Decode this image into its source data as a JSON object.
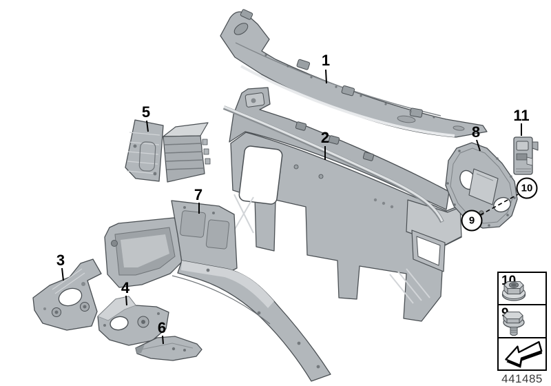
{
  "diagram": {
    "number": "441485"
  },
  "callouts": {
    "plain": [
      {
        "label": "1"
      },
      {
        "label": "2"
      },
      {
        "label": "3"
      },
      {
        "label": "4"
      },
      {
        "label": "5"
      },
      {
        "label": "6"
      },
      {
        "label": "7"
      },
      {
        "label": "8"
      },
      {
        "label": "11"
      }
    ],
    "circled": [
      {
        "label": "9"
      },
      {
        "label": "10"
      }
    ]
  },
  "legend": {
    "rows": [
      {
        "label": "10",
        "icon": "flange-nut-icon"
      },
      {
        "label": "9",
        "icon": "flange-bolt-icon"
      },
      {
        "label": "",
        "icon": "direction-arrow-icon"
      }
    ]
  },
  "colors": {
    "background": "#ffffff",
    "callout": "#000000",
    "leader_line": "#000000",
    "metal_base": "#b2b7bb",
    "metal_dark": "#9aa0a4",
    "metal_light": "#d6d9db",
    "opening": "#ffffff",
    "outline": "#4a4f53",
    "diagram_number": "#3b3b3b"
  }
}
